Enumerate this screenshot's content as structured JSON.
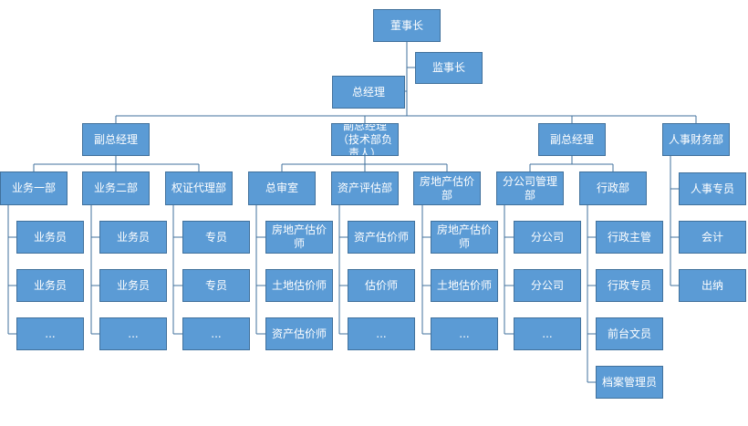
{
  "org_chart": {
    "chairman": "董事长",
    "supervisor": "监事长",
    "general_manager": "总经理",
    "deputies": [
      {
        "label": "副总经理",
        "departments": [
          {
            "label": "业务一部",
            "staff": [
              "业务员",
              "业务员",
              "..."
            ]
          },
          {
            "label": "业务二部",
            "staff": [
              "业务员",
              "业务员",
              "..."
            ]
          },
          {
            "label": "权证代理部",
            "staff": [
              "专员",
              "专员",
              "..."
            ]
          }
        ]
      },
      {
        "label": "副总经理（技术部负责人）",
        "departments": [
          {
            "label": "总审室",
            "staff": [
              "房地产估价师",
              "土地估价师",
              "资产估价师"
            ]
          },
          {
            "label": "资产评估部",
            "staff": [
              "资产估价师",
              "估价师",
              "..."
            ]
          },
          {
            "label": "房地产估价部",
            "staff": [
              "房地产估价师",
              "土地估价师",
              "..."
            ]
          }
        ]
      },
      {
        "label": "副总经理",
        "departments": [
          {
            "label": "分公司管理部",
            "staff": [
              "分公司",
              "分公司",
              "..."
            ]
          },
          {
            "label": "行政部",
            "staff": [
              "行政主管",
              "行政专员",
              "前台文员",
              "档案管理员"
            ]
          }
        ]
      },
      {
        "label": "人事财务部",
        "departments": [],
        "staff": [
          "人事专员",
          "会计",
          "出纳"
        ]
      }
    ]
  }
}
